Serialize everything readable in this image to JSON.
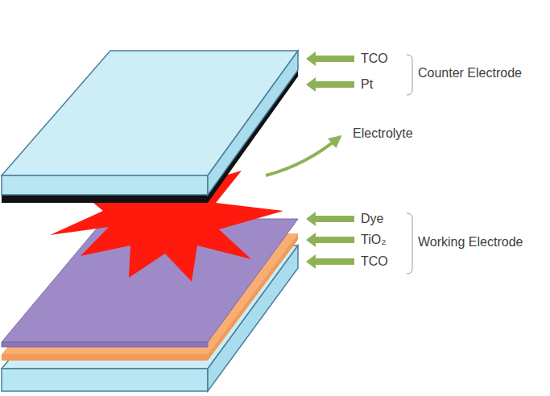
{
  "diagram": {
    "labels": [
      "TCO",
      "Pt",
      "Counter Electrode",
      "Electrolyte",
      "Dye",
      "TiO₂",
      "Working Electrode",
      "TCO"
    ]
  }
}
